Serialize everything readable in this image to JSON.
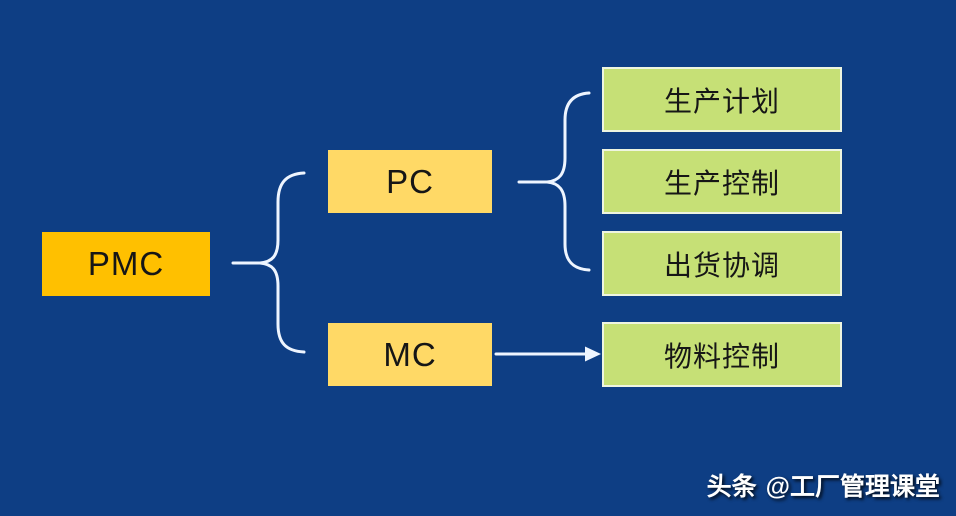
{
  "diagram": {
    "root": {
      "label": "PMC"
    },
    "branches": {
      "pc": {
        "label": "PC"
      },
      "mc": {
        "label": "MC"
      }
    },
    "leaves": [
      {
        "label": "生产计划"
      },
      {
        "label": "生产控制"
      },
      {
        "label": "出货协调"
      },
      {
        "label": "物料控制"
      }
    ],
    "connections": [
      {
        "from": "PMC",
        "to": [
          "PC",
          "MC"
        ],
        "style": "brace"
      },
      {
        "from": "PC",
        "to": [
          "生产计划",
          "生产控制",
          "出货协调"
        ],
        "style": "brace"
      },
      {
        "from": "MC",
        "to": [
          "物料控制"
        ],
        "style": "arrow"
      }
    ]
  },
  "watermark": {
    "brand": "头条",
    "handle": "@工厂管理课堂"
  },
  "colors": {
    "background": "#0e3e84",
    "root_fill": "#ffc000",
    "branch_fill": "#ffd966",
    "leaf_fill": "#c6e076",
    "leaf_border": "#eef5e0",
    "connector": "#eef5ff",
    "node_text": "#161616",
    "watermark_text": "#ffffff"
  }
}
